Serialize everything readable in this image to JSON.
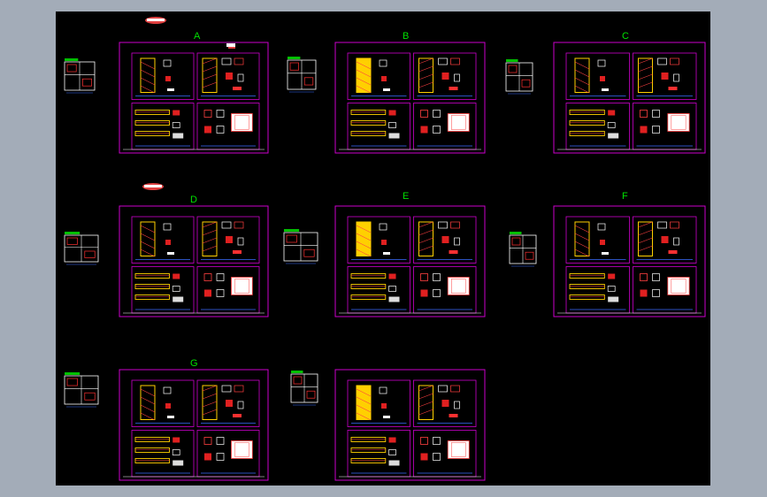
{
  "viewport": {
    "background": "#000000",
    "frame_color": "#cc00cc",
    "label_color": "#00e000"
  },
  "sheets": [
    {
      "label": "A"
    },
    {
      "label": "B"
    },
    {
      "label": "C"
    },
    {
      "label": "D"
    },
    {
      "label": "E"
    },
    {
      "label": "F"
    },
    {
      "label": "G"
    },
    {
      "label": ""
    }
  ],
  "title_stamps": [
    {
      "id": "stamp-top"
    },
    {
      "id": "stamp-mid"
    }
  ]
}
